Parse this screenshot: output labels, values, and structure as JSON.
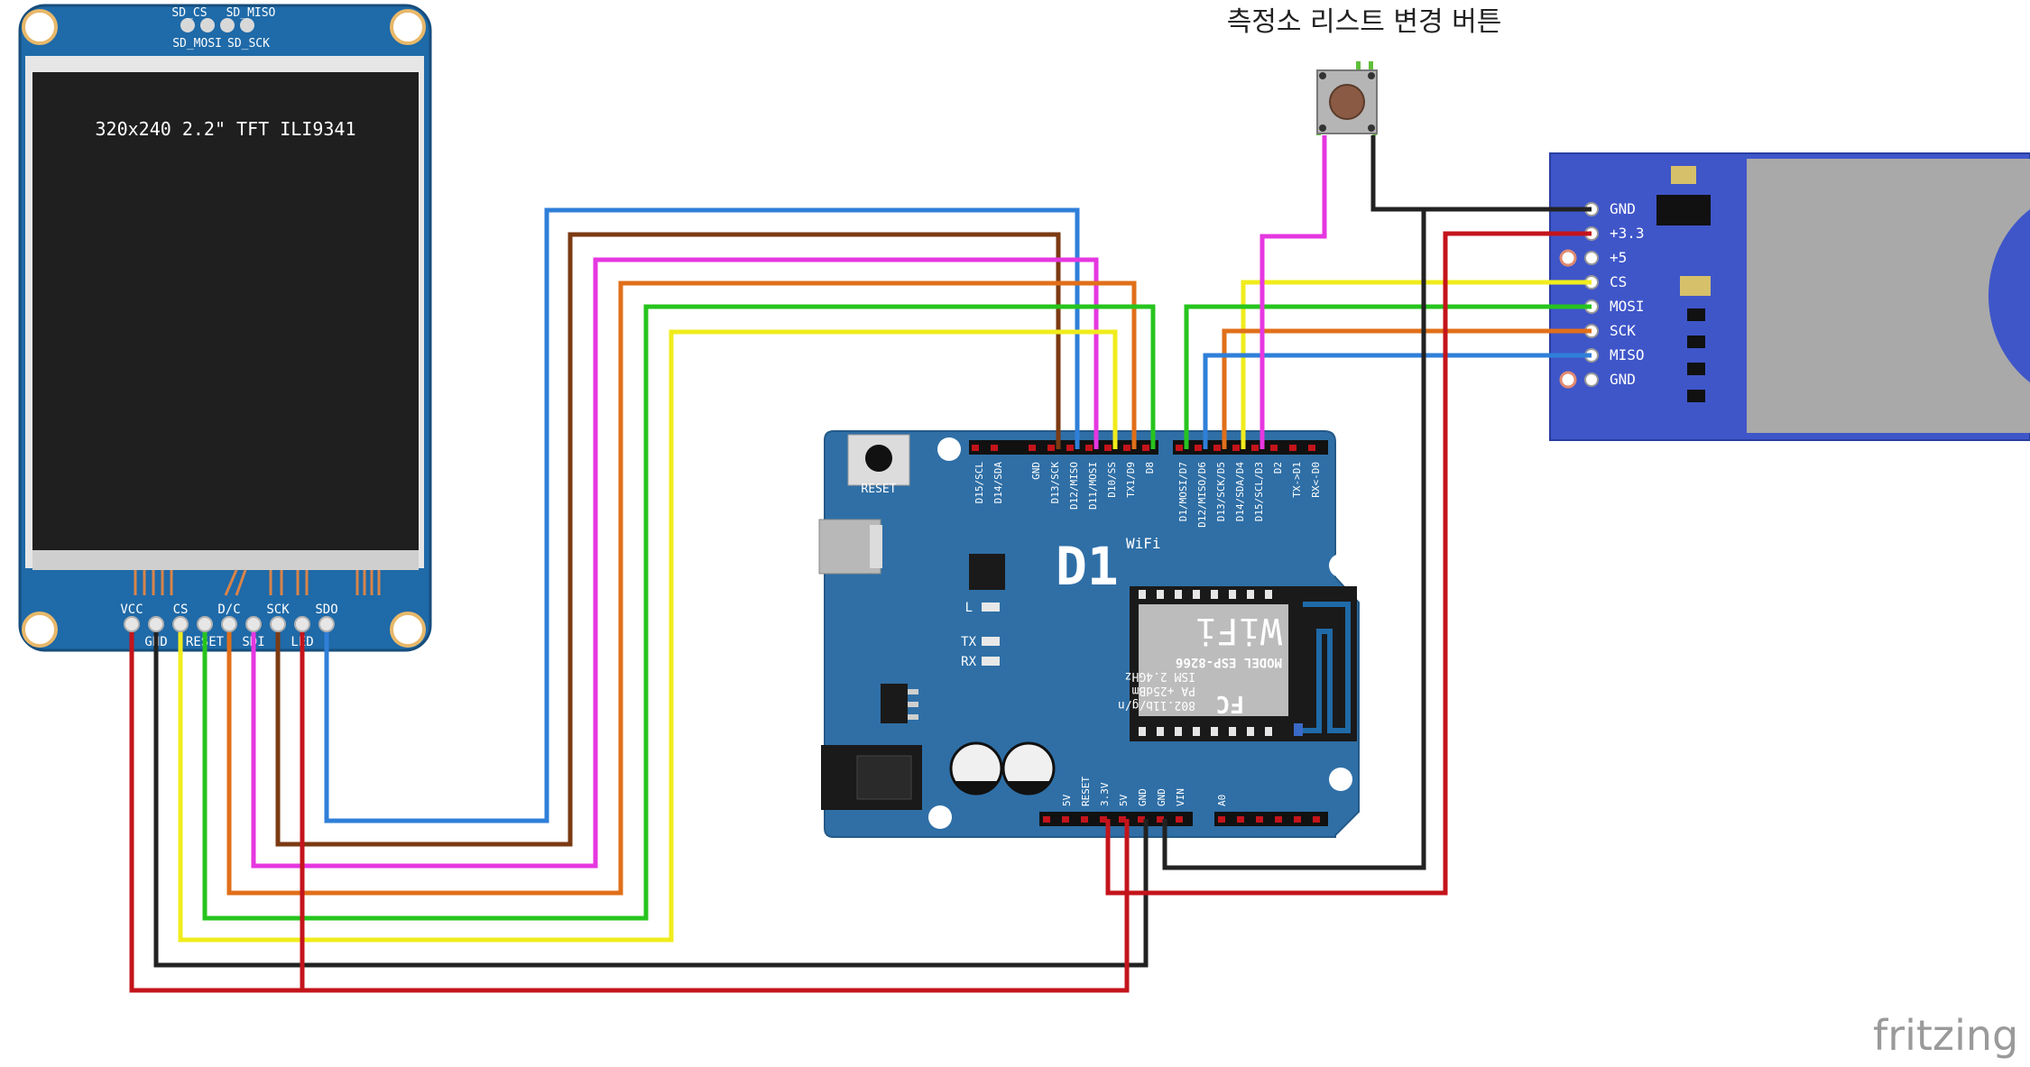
{
  "title": "측정소 리스트 변경 버튼",
  "watermark": "fritzing",
  "colors": {
    "board_blue": "#2f6fa6",
    "pcb_blue": "#1f6aa8",
    "sd_blue": "#3f56c9",
    "wire_red": "#c4141b",
    "wire_black": "#222222",
    "wire_yellow": "#f0ec1c",
    "wire_green": "#27c41e",
    "wire_orange": "#e06f1a",
    "wire_magenta": "#e637e0",
    "wire_brown": "#7b3a12",
    "wire_blue": "#2f7fd8"
  },
  "tft": {
    "screen_text": "320x240 2.2\" TFT ILI9341",
    "top_labels": [
      "SD_CS",
      "SD_MISO",
      "SD_MOSI",
      "SD_SCK"
    ],
    "pins_top": [
      "VCC",
      "CS",
      "D/C",
      "SCK",
      "SDO"
    ],
    "pins_bottom": [
      "GND",
      "RESET",
      "SDI",
      "LED"
    ]
  },
  "board": {
    "logo": "D1",
    "wifi_label": "WiFi",
    "reset_label": "RESET",
    "led_l": "L",
    "led_tx": "TX",
    "led_rx": "RX",
    "top_pins_left": [
      "D15/SCL",
      "D14/SDA",
      "",
      "GND",
      "D13/SCK",
      "D12/MISO",
      "D11/MOSI",
      "D10/SS",
      "TX1/D9",
      "D8"
    ],
    "top_pins_right": [
      "D1/MOSI/D7",
      "D12/MISO/D6",
      "D13/SCK/D5",
      "D14/SDA/D4",
      "D15/SCL/D3",
      "D2",
      "TX->D1",
      "RX<-D0"
    ],
    "bottom_pins": [
      "5V",
      "RESET",
      "3.3V",
      "5V",
      "GND",
      "GND",
      "VIN"
    ],
    "bottom_a0": "A0",
    "module_model": "MODEL ESP-8266",
    "module_freq": "ISM 2.4GHz",
    "module_pa": "PA +25dBm",
    "module_std": "802.11b/g/n",
    "module_fcc": "FC",
    "module_wifi": "WiFi"
  },
  "sd": {
    "pins": [
      "GND",
      "+3.3",
      "+5",
      "CS",
      "MOSI",
      "SCK",
      "MISO",
      "GND"
    ]
  }
}
